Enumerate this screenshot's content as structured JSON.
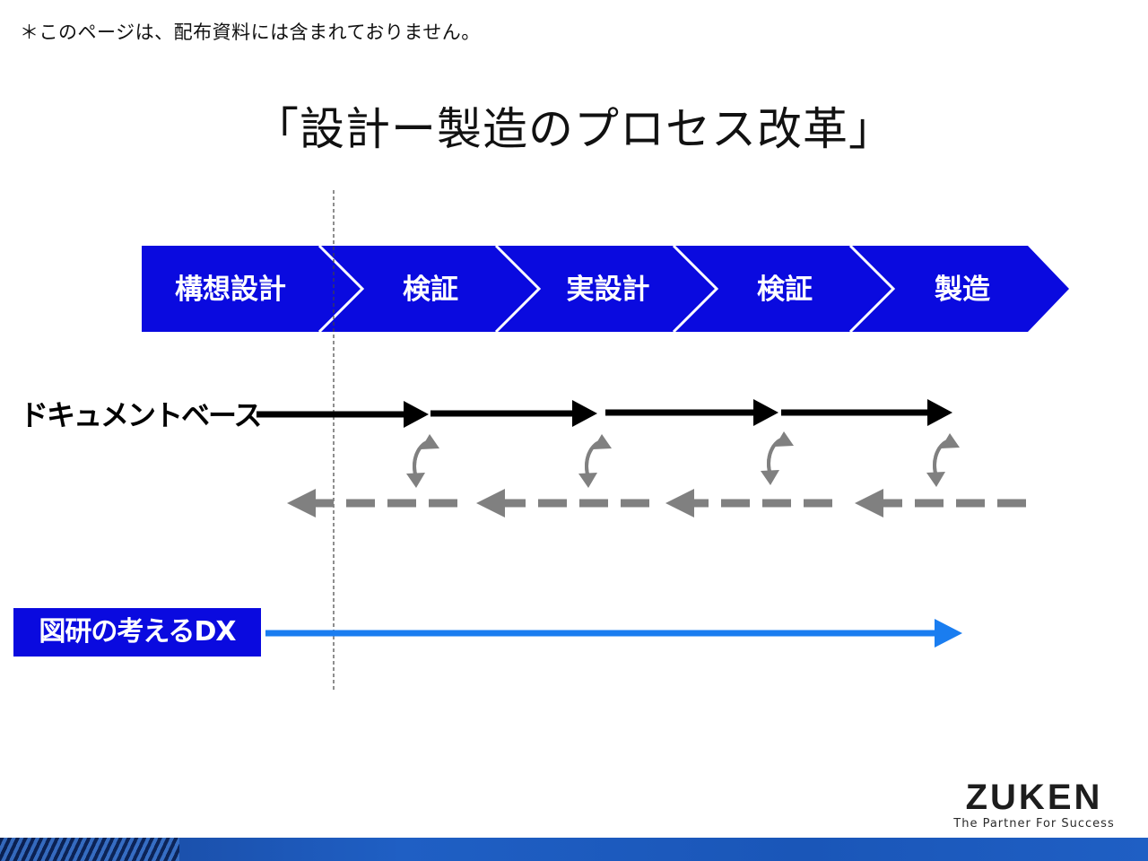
{
  "note": "＊このページは、配布資料には含まれておりません。",
  "title": "「設計ー製造のプロセス改革」",
  "stages": [
    "構想設計",
    "検証",
    "実設計",
    "検証",
    "製造"
  ],
  "rows": {
    "document_base": "ドキュメントベース",
    "zuken_dx": "図研の考えるDX"
  },
  "logo": {
    "name": "ZUKEN",
    "tagline": "The Partner For Success"
  },
  "colors": {
    "stage_fill": "#0a0adf",
    "forward_arrow": "#000000",
    "feedback_arrow": "#808080",
    "dx_arrow": "#1a7df0"
  }
}
